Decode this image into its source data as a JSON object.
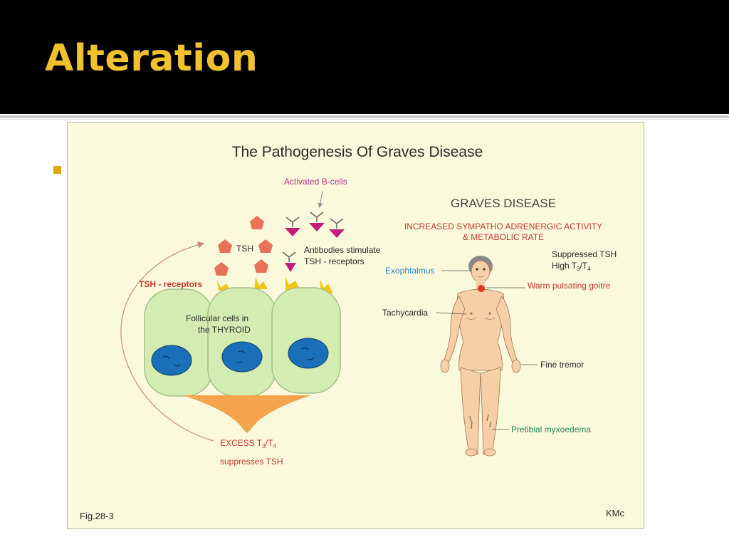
{
  "slide": {
    "title": "Alteration"
  },
  "figure": {
    "title": "The Pathogenesis Of Graves Disease",
    "fig_number": "Fig.28-3",
    "credit": "KMc",
    "left_panel": {
      "activated_b_cells": "Activated B-cells",
      "tsh": "TSH",
      "antibodies_line1": "Antibodies stimulate",
      "antibodies_line2": "TSH - receptors",
      "tsh_receptors": "TSH - receptors",
      "follicular_line1": "Follicular  cells in",
      "follicular_line2": "the THYROID",
      "excess_line1": "EXCESS T",
      "excess_sub1": "3",
      "excess_slash": "/T",
      "excess_sub2": "4",
      "excess_line2": "suppresses TSH"
    },
    "right_panel": {
      "heading": "GRAVES DISEASE",
      "subheading_line1": "INCREASED SYMPATHO ADRENERGIC ACTIVITY",
      "subheading_line2": "& METABOLIC RATE",
      "suppressed_tsh": "Suppressed TSH",
      "high_label": "High T",
      "high_sub1": "3",
      "high_slash": "/T",
      "high_sub2": "4",
      "exophthalmus": "Exophtalmus",
      "goitre": "Warm pulsating goitre",
      "tachycardia": "Tachycardia",
      "fine_tremor": "Fine tremor",
      "pretibial": "Pretibial myxoedema"
    },
    "colors": {
      "background": "#fbf9dc",
      "cell_fill": "#d3ecb2",
      "nucleus": "#1a6fb8",
      "hormone": "#e8715a",
      "antibody": "#c41e7a",
      "receptor": "#f2c617",
      "arrow": "#f4a44c",
      "red_label": "#c0392b",
      "blue_label": "#2b86c5",
      "green_label": "#1f8a57",
      "skin": "#f6cfa6"
    }
  }
}
